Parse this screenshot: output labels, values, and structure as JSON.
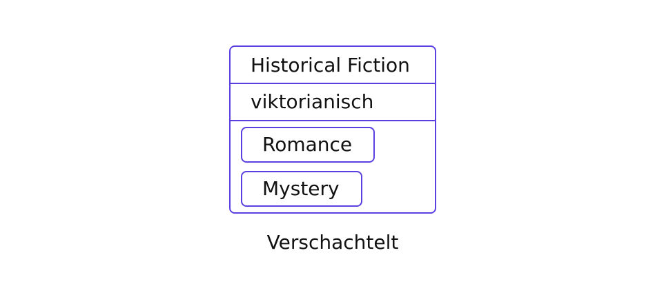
{
  "nested": {
    "header": "Historical Fiction",
    "subheader": "viktorianisch",
    "items": [
      "Romance",
      "Mystery"
    ]
  },
  "caption": "Verschachtelt",
  "colors": {
    "border": "#5b3fe0",
    "text": "#111111",
    "background": "#ffffff"
  }
}
